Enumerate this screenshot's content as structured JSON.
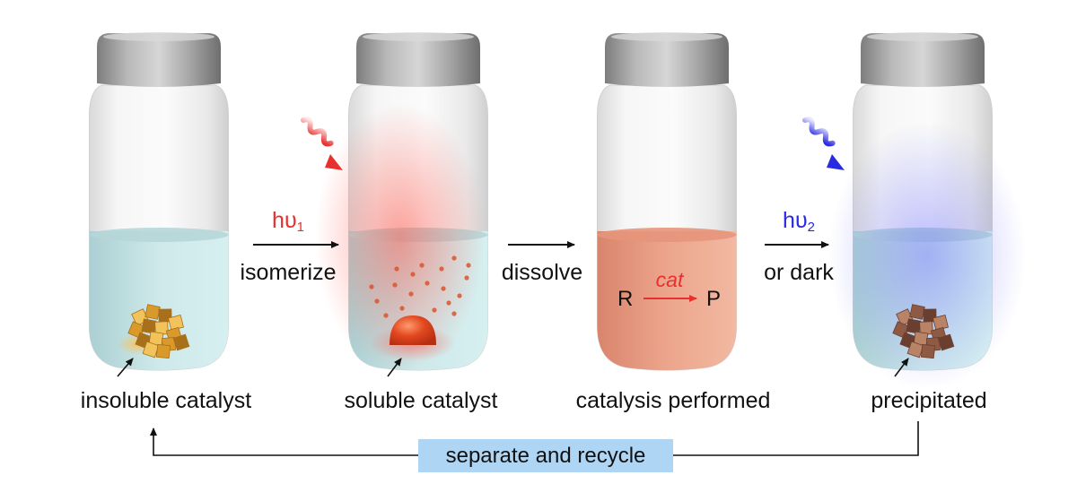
{
  "colors": {
    "red_light": "#e8312e",
    "blue_light": "#2a2ae0",
    "cap": "#9b9b9b",
    "liquid_teal": "#c4dee0",
    "liquid_orange": "#e99b82",
    "catalyst_gold": "#d99a2b",
    "catalyst_red": "#e0461f",
    "catalyst_brown": "#8f5a44",
    "recycle_box": "#aed6f4"
  },
  "icons": [
    "vial-icon",
    "vial-cap-icon",
    "wavy-light-arrow-icon",
    "catalyst-crystal-icon",
    "pointer-arrow-icon"
  ],
  "vials": [
    {
      "label": "insoluble catalyst",
      "liquid": "teal",
      "catalyst": "crystals-gold"
    },
    {
      "label": "soluble catalyst",
      "liquid": "teal-red-glow",
      "catalyst": "dissolving-red"
    },
    {
      "label": "catalysis performed",
      "liquid": "orange",
      "catalyst": "dissolved"
    },
    {
      "label": "precipitated",
      "liquid": "teal-blue-glow",
      "catalyst": "crystals-brown"
    }
  ],
  "steps": [
    {
      "top": "",
      "top_sym": "hυ",
      "top_sub": "1",
      "top_color": "#e8312e",
      "bottom": "isomerize"
    },
    {
      "top": "",
      "bottom": "dissolve"
    },
    {
      "top": "",
      "top_sym": "hυ",
      "top_sub": "2",
      "top_color": "#2a2ae0",
      "bottom": "or dark"
    }
  ],
  "reaction": {
    "reactant": "R",
    "product": "P",
    "catalyst": "cat",
    "catalyst_color": "#e8312e"
  },
  "recycle": {
    "label": "separate and recycle"
  }
}
